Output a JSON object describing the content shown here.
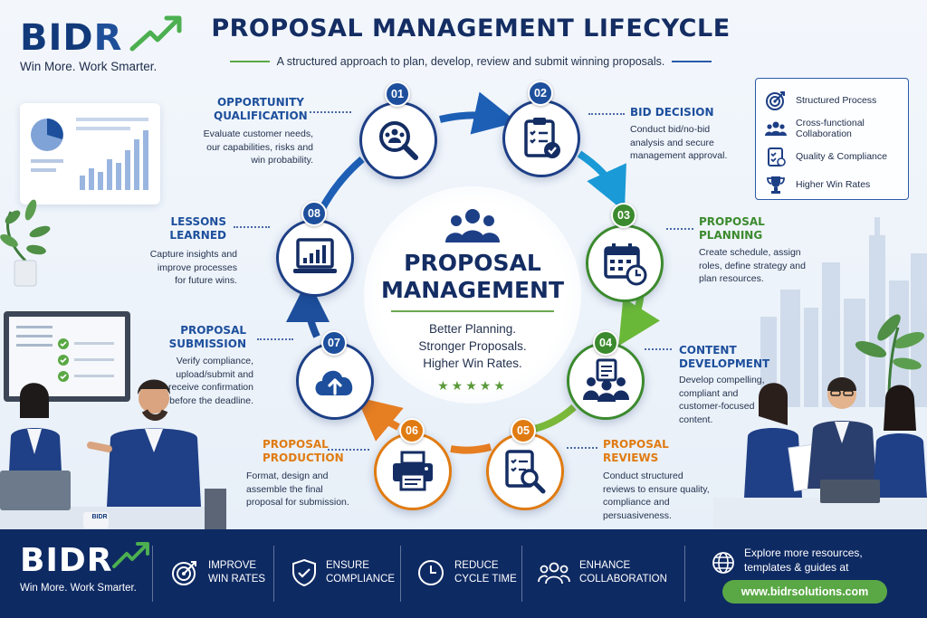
{
  "brand": {
    "name_part1": "BID",
    "name_part2": "R",
    "tagline": "Win More. Work Smarter.",
    "colors": {
      "navy": "#123a7a",
      "green": "#4caf50"
    }
  },
  "header": {
    "title": "PROPOSAL MANAGEMENT LIFECYCLE",
    "subtitle": "A structured approach to plan, develop, review and submit winning proposals."
  },
  "legend": {
    "items": [
      {
        "label": "Structured Process",
        "icon": "target-icon"
      },
      {
        "label": "Cross-functional Collaboration",
        "icon": "team-icon"
      },
      {
        "label": "Quality & Compliance",
        "icon": "checklist-icon"
      },
      {
        "label": "Higher Win Rates",
        "icon": "trophy-icon"
      }
    ]
  },
  "center": {
    "title_line1": "PROPOSAL",
    "title_line2": "MANAGEMENT",
    "tag1": "Better Planning.",
    "tag2": "Stronger Proposals.",
    "tag3": "Higher Win Rates.",
    "stars": "★★★★★"
  },
  "steps": [
    {
      "num": "01",
      "title1": "OPPORTUNITY",
      "title2": "QUALIFICATION",
      "desc": [
        "Evaluate customer needs,",
        "our capabilities, risks and",
        "win probability."
      ],
      "icon": "magnifier-people-icon",
      "color": "#1d4f9c"
    },
    {
      "num": "02",
      "title1": "BID DECISION",
      "title2": "",
      "desc": [
        "Conduct bid/no-bid",
        "analysis and secure",
        "management approval."
      ],
      "icon": "clipboard-check-icon",
      "color": "#1d4f9c"
    },
    {
      "num": "03",
      "title1": "PROPOSAL",
      "title2": "PLANNING",
      "desc": [
        "Create schedule, assign",
        "roles, define strategy and",
        "plan resources."
      ],
      "icon": "calendar-clock-icon",
      "color": "#3c8a2e"
    },
    {
      "num": "04",
      "title1": "CONTENT",
      "title2": "DEVELOPMENT",
      "desc": [
        "Develop compelling,",
        "compliant and",
        "customer-focused",
        "content."
      ],
      "icon": "team-document-icon",
      "color": "#3c8a2e"
    },
    {
      "num": "05",
      "title1": "PROPOSAL",
      "title2": "REVIEWS",
      "desc": [
        "Conduct structured",
        "reviews to ensure quality,",
        "compliance and",
        "persuasiveness."
      ],
      "icon": "document-search-icon",
      "color": "#e07b12"
    },
    {
      "num": "06",
      "title1": "PROPOSAL",
      "title2": "PRODUCTION",
      "desc": [
        "Format, design and",
        "assemble the final",
        "proposal for submission."
      ],
      "icon": "printer-icon",
      "color": "#e07b12"
    },
    {
      "num": "07",
      "title1": "PROPOSAL",
      "title2": "SUBMISSION",
      "desc": [
        "Verify compliance,",
        "upload/submit and",
        "receive confirmation",
        "before the deadline."
      ],
      "icon": "cloud-upload-icon",
      "color": "#1d4f9c"
    },
    {
      "num": "08",
      "title1": "LESSONS",
      "title2": "LEARNED",
      "desc": [
        "Capture insights and",
        "improve processes",
        "for future wins."
      ],
      "icon": "chart-laptop-icon",
      "color": "#1d4f9c"
    }
  ],
  "footer": {
    "brand_part1": "BID",
    "brand_part2": "R",
    "tagline": "Win More. Work Smarter.",
    "items": [
      {
        "line1": "IMPROVE",
        "line2": "WIN RATES",
        "icon": "target-icon"
      },
      {
        "line1": "ENSURE",
        "line2": "COMPLIANCE",
        "icon": "shield-check-icon"
      },
      {
        "line1": "REDUCE",
        "line2": "CYCLE TIME",
        "icon": "clock-icon"
      },
      {
        "line1": "ENHANCE",
        "line2": "COLLABORATION",
        "icon": "team-icon"
      }
    ],
    "explore_line1": "Explore more resources,",
    "explore_line2": "templates & guides at",
    "url": "www.bidrsolutions.com",
    "url_color": "#5aa845"
  },
  "mug_label": "BIDR"
}
